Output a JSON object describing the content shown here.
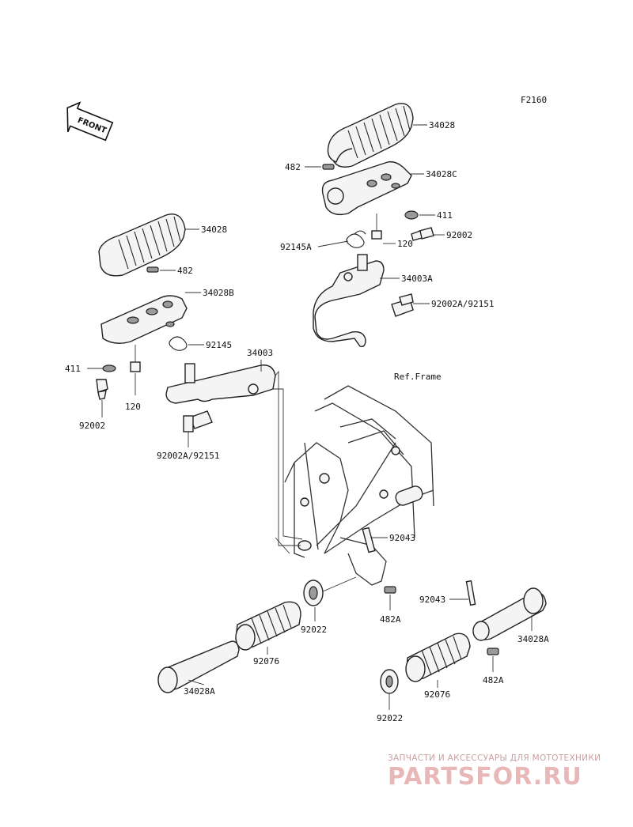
{
  "diagram": {
    "code": "F2160",
    "front_label": "FRONT",
    "ref_frame": "Ref.Frame"
  },
  "labels": {
    "r_34028": "34028",
    "r_482": "482",
    "r_34028C": "34028C",
    "r_411": "411",
    "r_92002": "92002",
    "r_120": "120",
    "r_92145A": "92145A",
    "r_34003A": "34003A",
    "r_92002A_92151": "92002A/92151",
    "l_34028": "34028",
    "l_482": "482",
    "l_34028B": "34028B",
    "l_92145": "92145",
    "l_34003": "34003",
    "l_411": "411",
    "l_120": "120",
    "l_92002": "92002",
    "l_92002A_92151": "92002A/92151",
    "p_92043": "92043",
    "p_482A": "482A",
    "p_92022": "92022",
    "p_92076": "92076",
    "p_34028A": "34028A",
    "q_92043": "92043",
    "q_34028A": "34028A",
    "q_482A": "482A",
    "q_92076": "92076",
    "q_92022": "92022"
  },
  "watermark": {
    "tagline": "ЗАПЧАСТИ И АКСЕССУАРЫ ДЛЯ МОТОТЕХНИКИ",
    "logo": "PARTSFOR.RU"
  }
}
